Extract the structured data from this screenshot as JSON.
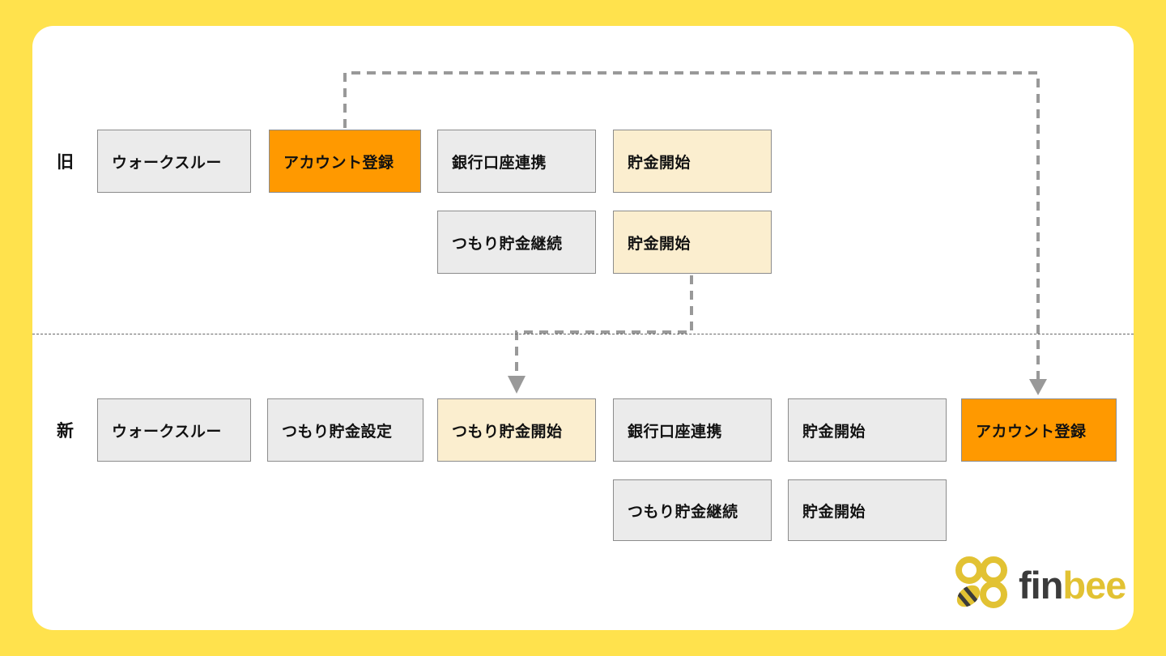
{
  "colors": {
    "background": "#FFE24D",
    "card": "#FFFFFF",
    "orange": "#FF9900",
    "cream": "#FBEECF",
    "gray": "#EBEBEB",
    "box_border": "#8C8C8C",
    "arrow": "#999999",
    "text": "#111111",
    "divider": "#666666",
    "logo_yellow": "#E2C233",
    "logo_dark": "#3B3B3B"
  },
  "rows": {
    "old": {
      "label": "旧",
      "main": [
        {
          "label": "ウォークスルー",
          "variant": "gray"
        },
        {
          "label": "アカウント登録",
          "variant": "orange"
        },
        {
          "label": "銀行口座連携",
          "variant": "gray"
        },
        {
          "label": "貯金開始",
          "variant": "cream"
        }
      ],
      "sub": [
        {
          "label": "つもり貯金継続",
          "variant": "gray"
        },
        {
          "label": "貯金開始",
          "variant": "cream"
        }
      ]
    },
    "new": {
      "label": "新",
      "main": [
        {
          "label": "ウォークスルー",
          "variant": "gray"
        },
        {
          "label": "つもり貯金設定",
          "variant": "gray"
        },
        {
          "label": "つもり貯金開始",
          "variant": "cream"
        },
        {
          "label": "銀行口座連携",
          "variant": "gray"
        },
        {
          "label": "貯金開始",
          "variant": "gray"
        },
        {
          "label": "アカウント登録",
          "variant": "orange"
        }
      ],
      "sub": [
        {
          "label": "つもり貯金継続",
          "variant": "gray"
        },
        {
          "label": "貯金開始",
          "variant": "gray"
        }
      ]
    }
  },
  "logo": {
    "fin": "fin",
    "bee": "bee"
  }
}
